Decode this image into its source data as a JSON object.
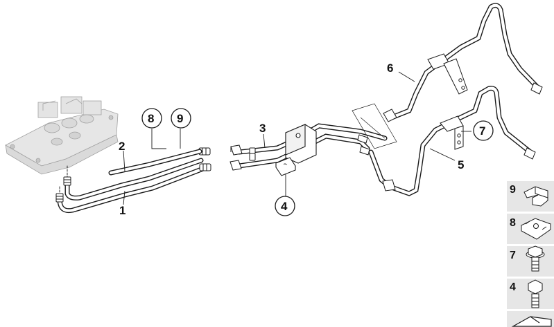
{
  "callouts": {
    "c1": "1",
    "c2": "2",
    "c3": "3",
    "c4": "4",
    "c5": "5",
    "c6": "6",
    "c7": "7",
    "c8": "8",
    "c9": "9"
  },
  "legend": [
    {
      "label": "9",
      "icon": "clip-icon"
    },
    {
      "label": "8",
      "icon": "clamp-nut-icon"
    },
    {
      "label": "7",
      "icon": "hex-bolt-flange-icon"
    },
    {
      "label": "4",
      "icon": "hex-bolt-icon"
    }
  ],
  "colors": {
    "line": "#1a1a1a",
    "panel": "#e6e6e6",
    "transmission": "#c8c8c8"
  }
}
